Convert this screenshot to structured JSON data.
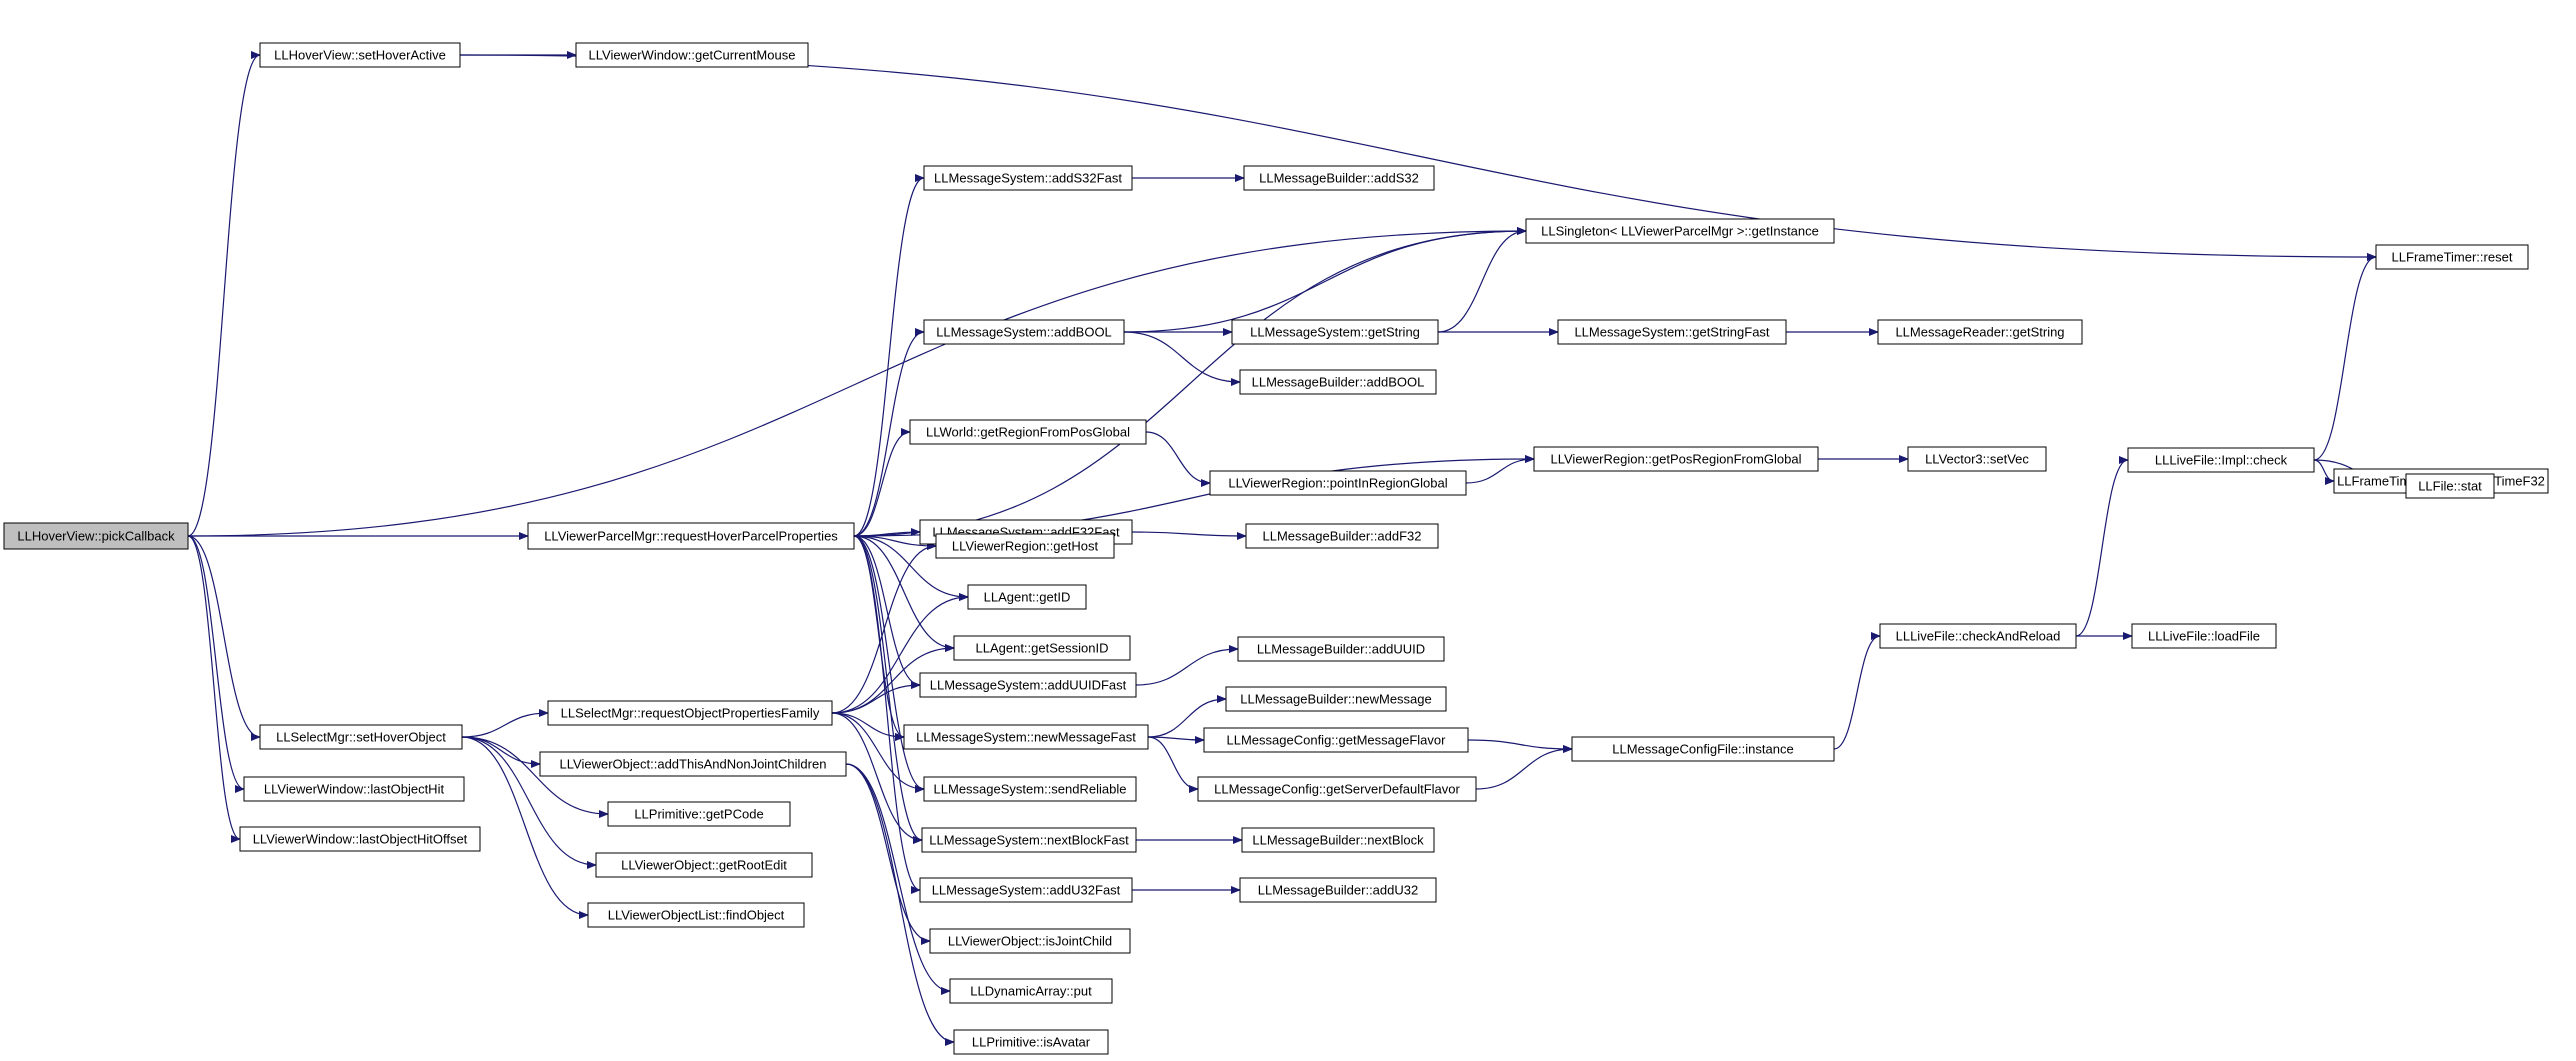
{
  "diagram": {
    "colors": {
      "edge": "#191970",
      "node_border": "#000000",
      "node_fill": "#ffffff",
      "root_fill": "#bfbfbf",
      "missing_border": "#ff0000"
    },
    "nodes": [
      {
        "id": "n0",
        "label": "LLHoverView::pickCallback",
        "kind": "root"
      },
      {
        "id": "n1",
        "label": "LLHoverView::setHoverActive"
      },
      {
        "id": "n2",
        "label": "LLViewerWindow::getCurrentMouse"
      },
      {
        "id": "n3",
        "label": "LLFrameTimer::reset"
      },
      {
        "id": "n4",
        "label": "LLSingleton< LLViewerParcelMgr >::getInstance"
      },
      {
        "id": "n5",
        "label": "LLViewerParcelMgr::requestHoverParcelProperties"
      },
      {
        "id": "n6",
        "label": "LLSelectMgr::setHoverObject"
      },
      {
        "id": "n7",
        "label": "LLViewerWindow::lastObjectHit"
      },
      {
        "id": "n8",
        "label": "LLViewerWindow::lastObjectHitOffset"
      },
      {
        "id": "n9",
        "label": "LLMessageSystem::addS32Fast"
      },
      {
        "id": "n10",
        "label": "LLMessageBuilder::addS32"
      },
      {
        "id": "n11",
        "label": "LLMessageSystem::addBOOL"
      },
      {
        "id": "n12",
        "label": "LLMessageSystem::getString"
      },
      {
        "id": "n13",
        "label": "LLMessageSystem::getStringFast"
      },
      {
        "id": "n14",
        "label": "LLMessageReader::getString"
      },
      {
        "id": "n15",
        "label": "LLMessageBuilder::addBOOL"
      },
      {
        "id": "n16",
        "label": "LLWorld::getRegionFromPosGlobal"
      },
      {
        "id": "n17",
        "label": "LLViewerRegion::pointInRegionGlobal"
      },
      {
        "id": "n18",
        "label": "LLViewerRegion::getPosRegionFromGlobal"
      },
      {
        "id": "n19",
        "label": "LLVector3::setVec"
      },
      {
        "id": "n20",
        "label": "LLMessageSystem::addF32Fast"
      },
      {
        "id": "n21",
        "label": "LLMessageBuilder::addF32"
      },
      {
        "id": "n22",
        "label": "LLViewerRegion::getHost"
      },
      {
        "id": "n23",
        "label": "LLAgent::getID"
      },
      {
        "id": "n24",
        "label": "LLAgent::getSessionID"
      },
      {
        "id": "n25",
        "label": "LLMessageSystem::addUUIDFast"
      },
      {
        "id": "n26",
        "label": "LLMessageBuilder::addUUID"
      },
      {
        "id": "n27",
        "label": "LLMessageBuilder::newMessage"
      },
      {
        "id": "n28",
        "label": "LLMessageSystem::newMessageFast"
      },
      {
        "id": "n29",
        "label": "LLMessageConfig::getMessageFlavor"
      },
      {
        "id": "n30",
        "label": "LLMessageConfigFile::instance"
      },
      {
        "id": "n31",
        "label": "LLMessageConfig::getServerDefaultFlavor"
      },
      {
        "id": "n32",
        "label": "LLMessageSystem::sendReliable"
      },
      {
        "id": "n33",
        "label": "LLMessageSystem::nextBlockFast"
      },
      {
        "id": "n34",
        "label": "LLMessageBuilder::nextBlock"
      },
      {
        "id": "n35",
        "label": "LLMessageSystem::addU32Fast"
      },
      {
        "id": "n36",
        "label": "LLMessageBuilder::addU32"
      },
      {
        "id": "n37",
        "label": "LLSelectMgr::requestObjectPropertiesFamily"
      },
      {
        "id": "n38",
        "label": "LLViewerObject::addThisAndNonJointChildren"
      },
      {
        "id": "n39",
        "label": "LLPrimitive::getPCode"
      },
      {
        "id": "n40",
        "label": "LLViewerObject::getRootEdit"
      },
      {
        "id": "n41",
        "label": "LLViewerObjectList::findObject"
      },
      {
        "id": "n42",
        "label": "LLViewerObject::isJointChild"
      },
      {
        "id": "n43",
        "label": "LLDynamicArray::put"
      },
      {
        "id": "n44",
        "label": "LLPrimitive::isAvatar"
      },
      {
        "id": "n45",
        "label": "LLLiveFile::checkAndReload"
      },
      {
        "id": "n46",
        "label": "LLLiveFile::loadFile"
      },
      {
        "id": "n47",
        "label": "LLLiveFile::Impl::check"
      },
      {
        "id": "n48",
        "label": "LLFrameTimer::getElapsedTimeF32"
      },
      {
        "id": "n49",
        "label": "LLFile::stat",
        "kind": "missing"
      }
    ],
    "edges": [
      [
        "n0",
        "n1"
      ],
      [
        "n1",
        "n2"
      ],
      [
        "n1",
        "n3"
      ],
      [
        "n0",
        "n4"
      ],
      [
        "n0",
        "n5"
      ],
      [
        "n0",
        "n6"
      ],
      [
        "n0",
        "n7"
      ],
      [
        "n0",
        "n8"
      ],
      [
        "n5",
        "n9"
      ],
      [
        "n9",
        "n10"
      ],
      [
        "n5",
        "n4"
      ],
      [
        "n5",
        "n11"
      ],
      [
        "n11",
        "n4"
      ],
      [
        "n11",
        "n12"
      ],
      [
        "n12",
        "n4"
      ],
      [
        "n12",
        "n13"
      ],
      [
        "n13",
        "n14"
      ],
      [
        "n11",
        "n15"
      ],
      [
        "n5",
        "n18"
      ],
      [
        "n5",
        "n16"
      ],
      [
        "n16",
        "n17"
      ],
      [
        "n17",
        "n18"
      ],
      [
        "n18",
        "n19"
      ],
      [
        "n5",
        "n20"
      ],
      [
        "n20",
        "n21"
      ],
      [
        "n5",
        "n22"
      ],
      [
        "n5",
        "n23"
      ],
      [
        "n5",
        "n24"
      ],
      [
        "n5",
        "n25"
      ],
      [
        "n25",
        "n26"
      ],
      [
        "n5",
        "n28"
      ],
      [
        "n28",
        "n27"
      ],
      [
        "n28",
        "n29"
      ],
      [
        "n28",
        "n31"
      ],
      [
        "n29",
        "n30"
      ],
      [
        "n31",
        "n30"
      ],
      [
        "n30",
        "n45"
      ],
      [
        "n45",
        "n46"
      ],
      [
        "n45",
        "n47"
      ],
      [
        "n47",
        "n3"
      ],
      [
        "n47",
        "n48"
      ],
      [
        "n47",
        "n49"
      ],
      [
        "n5",
        "n32"
      ],
      [
        "n5",
        "n33"
      ],
      [
        "n33",
        "n34"
      ],
      [
        "n5",
        "n35"
      ],
      [
        "n35",
        "n36"
      ],
      [
        "n6",
        "n37"
      ],
      [
        "n6",
        "n38"
      ],
      [
        "n6",
        "n39"
      ],
      [
        "n6",
        "n40"
      ],
      [
        "n6",
        "n41"
      ],
      [
        "n37",
        "n22"
      ],
      [
        "n37",
        "n23"
      ],
      [
        "n37",
        "n24"
      ],
      [
        "n37",
        "n25"
      ],
      [
        "n37",
        "n28"
      ],
      [
        "n37",
        "n32"
      ],
      [
        "n37",
        "n33"
      ],
      [
        "n38",
        "n42"
      ],
      [
        "n38",
        "n43"
      ],
      [
        "n38",
        "n44"
      ]
    ]
  }
}
